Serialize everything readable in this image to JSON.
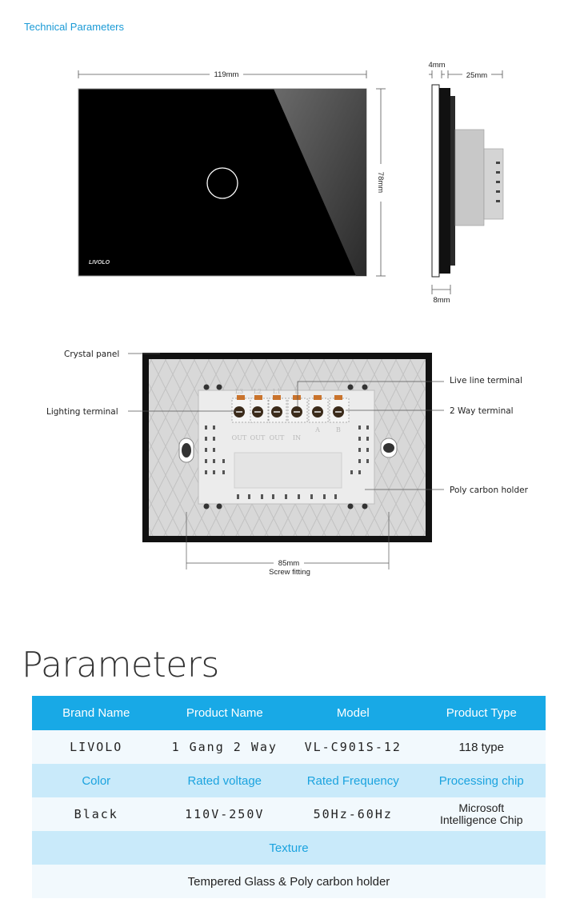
{
  "header": {
    "title": "Technical Parameters"
  },
  "front_view": {
    "width_label": "119mm",
    "height_label": "78mm",
    "brand": "LIVOLO"
  },
  "side_view": {
    "glass_label": "4mm",
    "depth_label": "25mm",
    "base_label": "8mm"
  },
  "back_view": {
    "callouts": {
      "crystal_panel": "Crystal panel",
      "lighting_terminal": "Lighting terminal",
      "live_line_terminal": "Live line terminal",
      "two_way_terminal": "2 Way terminal",
      "poly_carbon_holder": "Poly carbon holder"
    },
    "terminal_top_labels": [
      "L3",
      "L2",
      "L1",
      "L",
      "",
      ""
    ],
    "terminal_bottom_labels": [
      "OUT",
      "OUT",
      "OUT",
      "IN",
      "A",
      "B"
    ],
    "screw_distance": "85mm",
    "screw_caption": "Screw fitting"
  },
  "parameters": {
    "title": "Parameters",
    "row1_headers": [
      "Brand Name",
      "Product Name",
      "Model",
      "Product Type"
    ],
    "row1_values": [
      "LIVOLO",
      "1 Gang 2 Way",
      "VL-C901S-12",
      "118 type"
    ],
    "row2_headers": [
      "Color",
      "Rated voltage",
      "Rated Frequency",
      "Processing chip"
    ],
    "row2_values": [
      "Black",
      "110V-250V",
      "50Hz-60Hz"
    ],
    "chip_line1": "Microsoft",
    "chip_line2": "Intelligence Chip",
    "texture_header": "Texture",
    "texture_value": "Tempered Glass & Poly carbon holder"
  },
  "colors": {
    "accent": "#18a9e6",
    "accent_light": "#c9eafa",
    "panel": "#000000",
    "holder": "#dadada"
  }
}
